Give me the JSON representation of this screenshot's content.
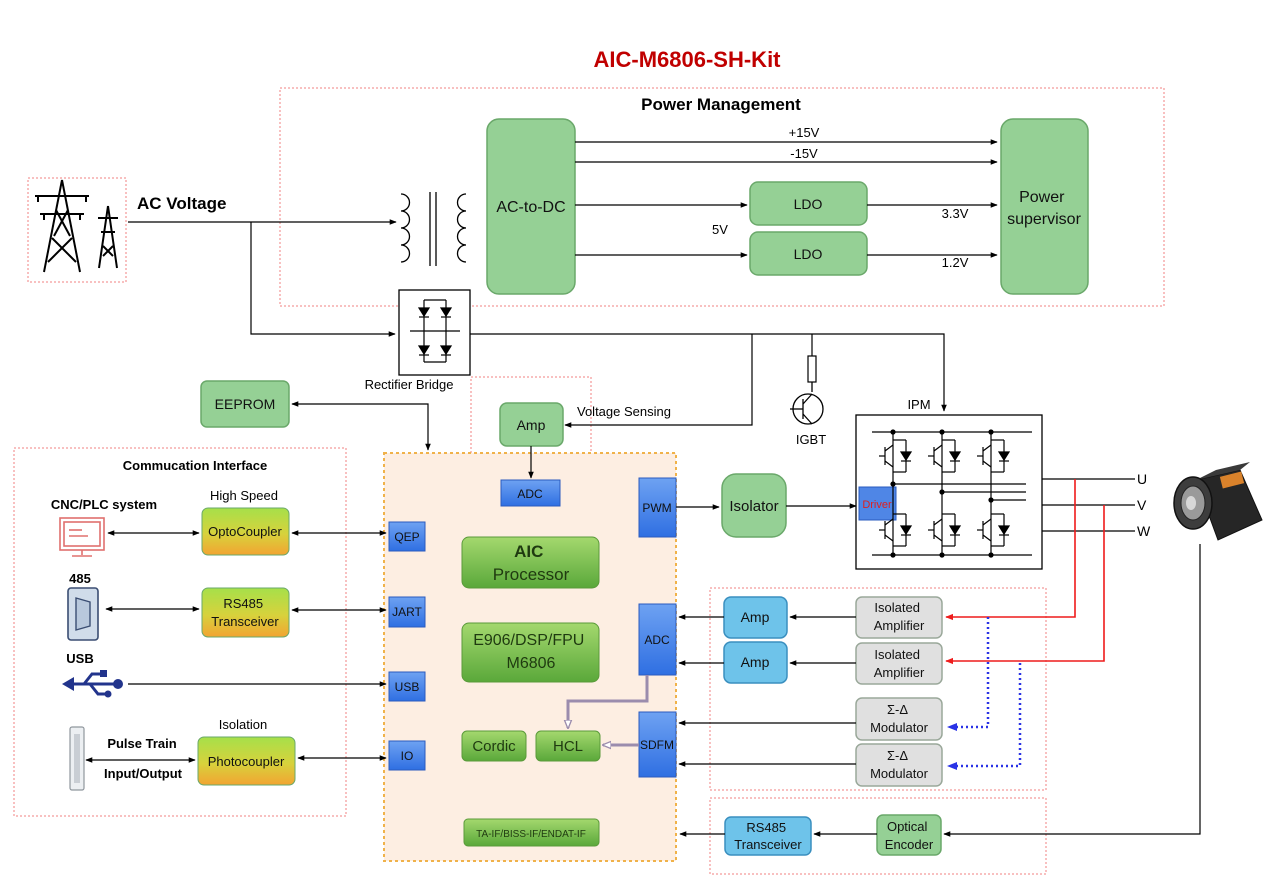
{
  "title": "AIC-M6806-SH-Kit",
  "power_management": {
    "title": "Power Management",
    "ac_to_dc": "AC-to-DC",
    "rail_p15": "+15V",
    "rail_m15": "-15V",
    "rail_5v": "5V",
    "ldo_1": "LDO",
    "ldo_2": "LDO",
    "out_3v3": "3.3V",
    "out_1v2": "1.2V",
    "supervisor_line1": "Power",
    "supervisor_line2": "supervisor"
  },
  "ac_voltage": "AC Voltage",
  "rectifier": "Rectifier Bridge",
  "eeprom": "EEPROM",
  "voltage_sensing": "Voltage Sensing",
  "amp_vs": "Amp",
  "adc_vs": "ADC",
  "igbt": "IGBT",
  "ipm": "IPM",
  "driver": "Driver",
  "isolator": "Isolator",
  "phases": {
    "u": "U",
    "v": "V",
    "w": "W"
  },
  "communication": {
    "title": "Commucation Interface",
    "cnc": "CNC/PLC system",
    "high_speed": "High Speed",
    "optocoupler": "OptoCoupler",
    "label_485": "485",
    "rs485_line1": "RS485",
    "rs485_line2": "Transceiver",
    "usb": "USB",
    "isolation": "Isolation",
    "pulse_train": "Pulse Train",
    "io_label": "Input/Output",
    "photocoupler": "Photocoupler"
  },
  "processor": {
    "ports": {
      "qep": "QEP",
      "uart": "JART",
      "usb": "USB",
      "io": "IO",
      "pwm": "PWM",
      "adc": "ADC",
      "sdfm": "SDFM"
    },
    "aic_line1": "AIC",
    "aic_line2": "Processor",
    "core_line1": "E906/DSP/FPU",
    "core_line2": "M6806",
    "cordic": "Cordic",
    "hcl": "HCL",
    "encoder_if": "TA-IF/BISS-IF/ENDAT-IF"
  },
  "sensing": {
    "amp_1": "Amp",
    "amp_2": "Amp",
    "iso_amp_1_line1": "Isolated",
    "iso_amp_1_line2": "Amplifier",
    "iso_amp_2_line1": "Isolated",
    "iso_amp_2_line2": "Amplifier",
    "mod_1_line1": "Σ-Δ",
    "mod_1_line2": "Modulator",
    "mod_2_line1": "Σ-Δ",
    "mod_2_line2": "Modulator"
  },
  "encoder": {
    "rs485_line1": "RS485",
    "rs485_line2": "Transceiver",
    "optical_line1": "Optical",
    "optical_line2": "Encoder"
  },
  "colors": {
    "title": "#c00000",
    "green_block": "#95d095",
    "green_block_border": "#6aa86a",
    "blue_port": "#3d7ee8",
    "light_blue": "#6ec3ea",
    "grey_block": "#e0e0e0",
    "processor_bg": "#fdeee2",
    "processor_border": "#f0b24a",
    "dashed_border": "#f08080",
    "red_wire": "#ee1c1c",
    "blue_dotted": "#2a33e6",
    "hcl_link": "#9b8cad"
  }
}
